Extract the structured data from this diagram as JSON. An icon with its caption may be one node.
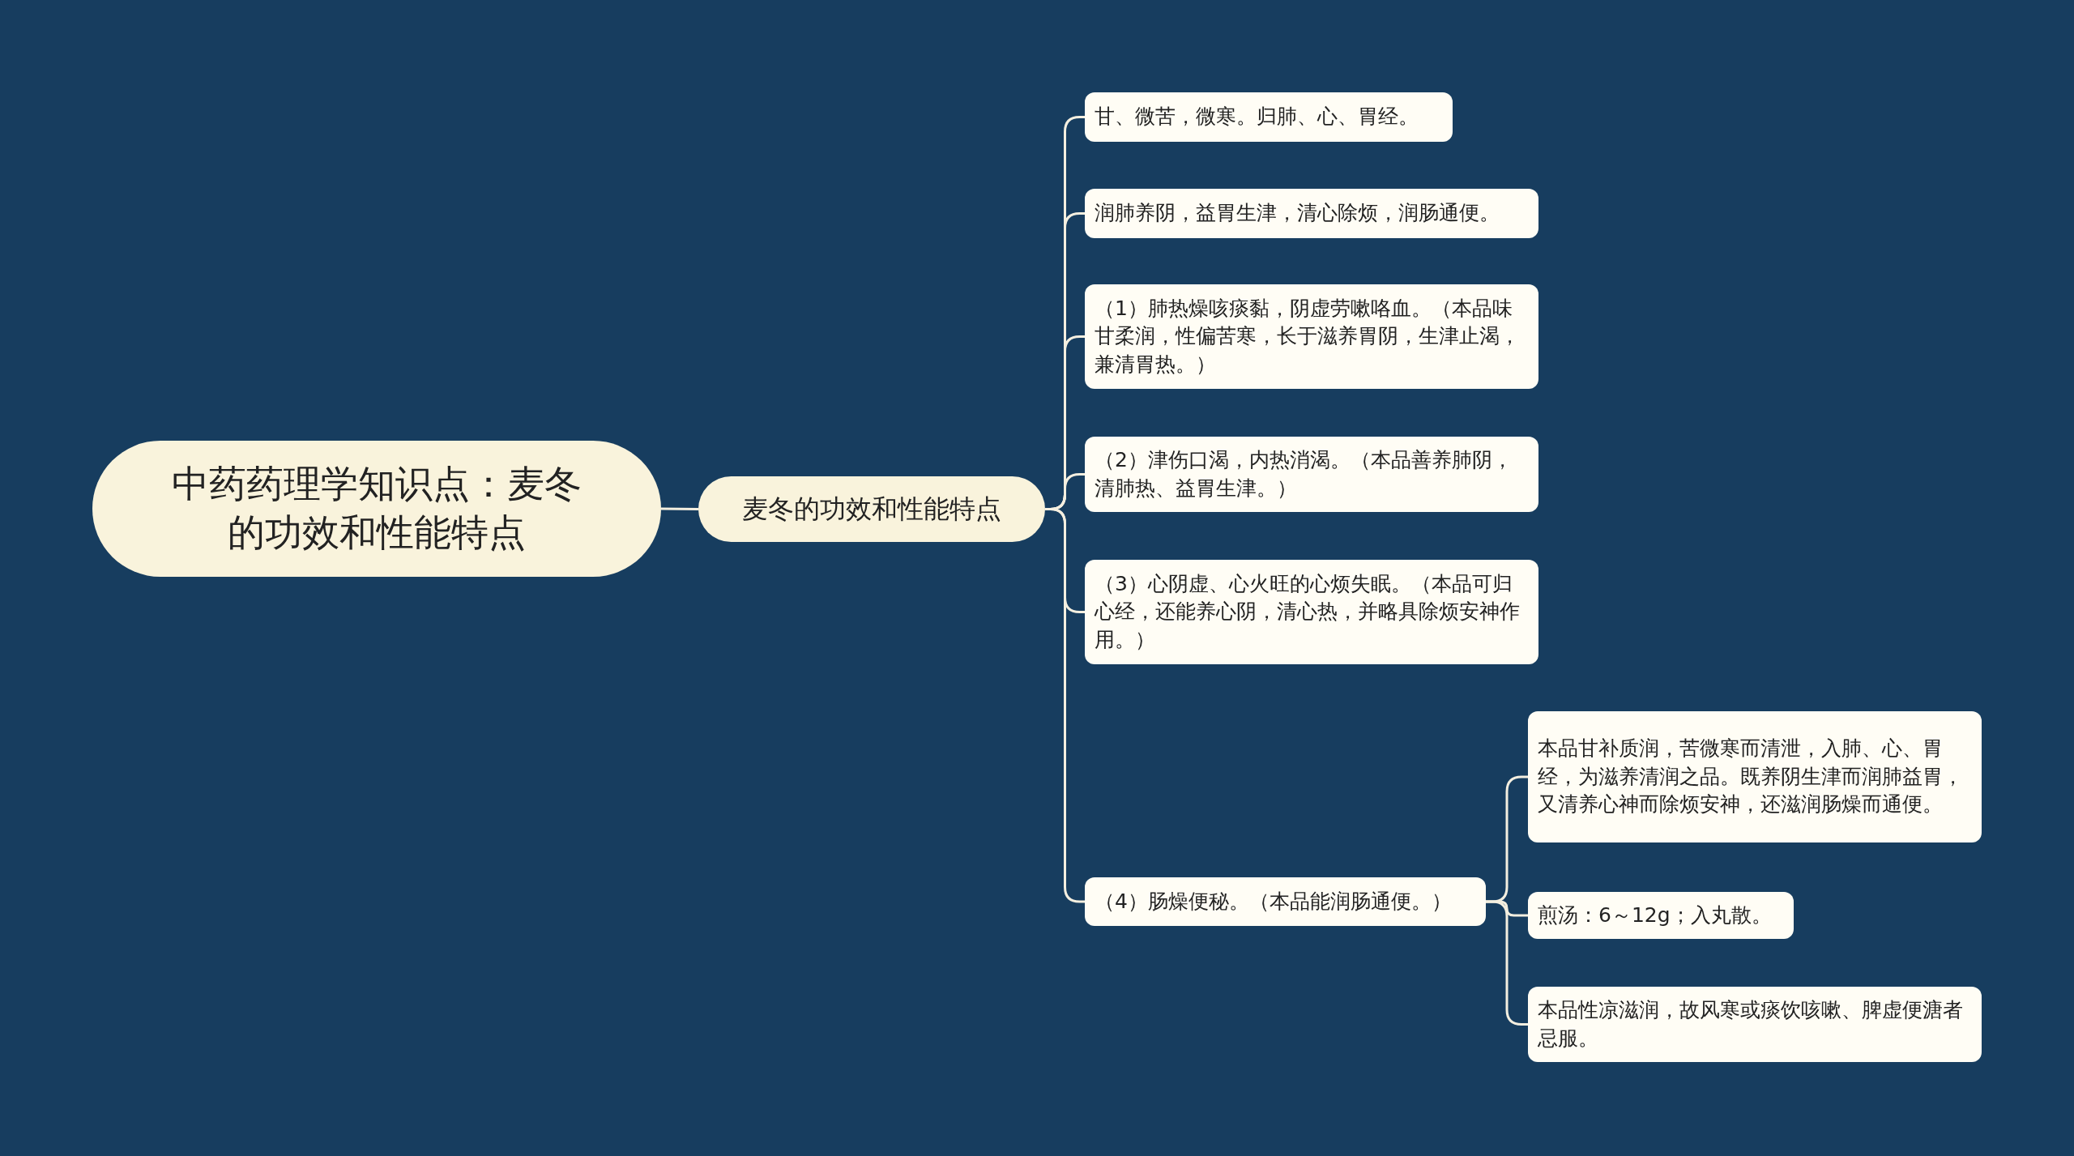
{
  "diagram": {
    "nodes": [
      {
        "text": [
          "中药药理学知识点：麦冬的功效和性能特点"
        ]
      },
      {
        "text": [
          "麦冬的功效和性能特点"
        ]
      },
      {
        "text": [
          "甘、微苦，微寒。归肺、心、胃经。"
        ]
      },
      {
        "text": [
          "润肺养阴，益胃生津，清心除烦，润肠通便。"
        ]
      },
      {
        "text": [
          "（1）肺热燥咳痰黏，阴虚劳嗽咯血。（本品味甘柔润，性偏苦寒，长于滋养胃阴，生津止渴，兼清胃热。）"
        ]
      },
      {
        "text": [
          "（2）津伤口渴，内热消渴。（本品善养肺阴，清肺热、益胃生津。）"
        ]
      },
      {
        "text": [
          "（3）心阴虚、心火旺的心烦失眠。（本品可归心经，还能养心阴，清心热，并略具除烦安神作用。）"
        ]
      },
      {
        "text": [
          "（4）肠燥便秘。（本品能润肠通便。）"
        ]
      },
      {
        "text": [
          "本品甘补质润，苦微寒而清泄，入肺、心、胃经，为滋养清润之品。既养阴生津而润肺益胃，又清养心神而除烦安神，还滋润肠燥而通便。"
        ]
      },
      {
        "text": [
          "煎汤：6～12g；入丸散。"
        ]
      },
      {
        "text": [
          "本品性凉滋润，故风寒或痰饮咳嗽、脾虚便溏者忌服。"
        ]
      }
    ],
    "edges": [
      {
        "from": 0,
        "to": 1,
        "arrow": "none"
      },
      {
        "from": 1,
        "to": 2,
        "arrow": "none"
      },
      {
        "from": 1,
        "to": 3,
        "arrow": "none"
      },
      {
        "from": 1,
        "to": 4,
        "arrow": "none"
      },
      {
        "from": 1,
        "to": 5,
        "arrow": "none"
      },
      {
        "from": 1,
        "to": 6,
        "arrow": "none"
      },
      {
        "from": 1,
        "to": 7,
        "arrow": "none"
      },
      {
        "from": 7,
        "to": 8,
        "arrow": "none"
      },
      {
        "from": 7,
        "to": 9,
        "arrow": "none"
      },
      {
        "from": 7,
        "to": 10,
        "arrow": "none"
      }
    ]
  }
}
